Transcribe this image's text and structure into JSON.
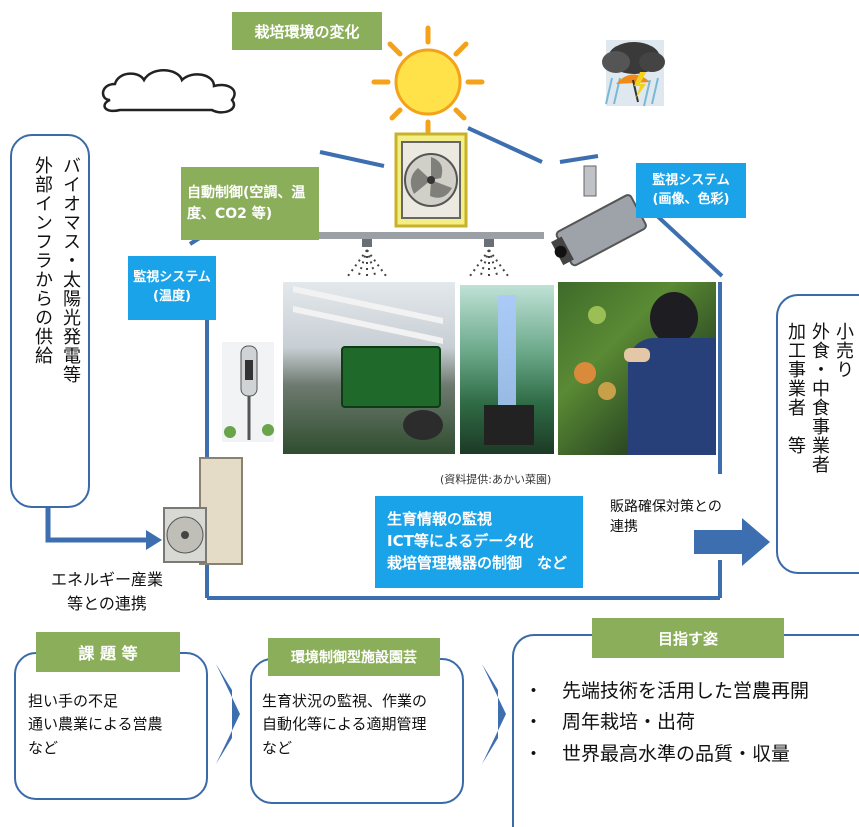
{
  "header": {
    "env_change": "栽培環境の変化"
  },
  "labels": {
    "auto_control": "自動制御(空調、温度、CO2 等)",
    "monitor_image": "監視システム\n(画像、色彩)",
    "monitor_temp": "監視システム\n(温度)",
    "photo_credit": "(資料提供:あかい菜園)",
    "growth_monitor": [
      "生育情報の監視",
      "ICT等によるデータ化",
      "栽培管理機器の制御　など"
    ],
    "sales_route": "販路確保対策との連携",
    "energy": "エネルギー産業\n等との連携"
  },
  "left_box": {
    "col1": "外部インフラからの供給",
    "col2": "バイオマス・太陽光発電等"
  },
  "right_box": {
    "col1": "小売り",
    "col2": "外食・中食事業者",
    "col3": "加工事業者　等"
  },
  "bottom": {
    "issues": {
      "title": "課 題 等",
      "lines": [
        "担い手の不足",
        "通い農業による営農",
        "など"
      ]
    },
    "horticulture": {
      "title": "環境制御型施設園芸",
      "lines": [
        "生育状況の監視、作業の",
        "自動化等による適期管理",
        "など"
      ]
    },
    "goal": {
      "title": "目指す姿",
      "items": [
        "先端技術を活用した営農再開",
        "周年栽培・出荷",
        "世界最高水準の品質・収量"
      ]
    }
  },
  "icons": [
    "cloud-icon",
    "sun-icon",
    "storm-umbrella-icon",
    "fan-icon",
    "sprinkler-icon",
    "camera-icon",
    "thermometer-sensor-icon",
    "heat-pump-icon"
  ],
  "colors": {
    "green": "#8bae5a",
    "blue": "#1aa3e8",
    "navy": "#3a6aa8",
    "arrow": "#3d6fb0"
  }
}
